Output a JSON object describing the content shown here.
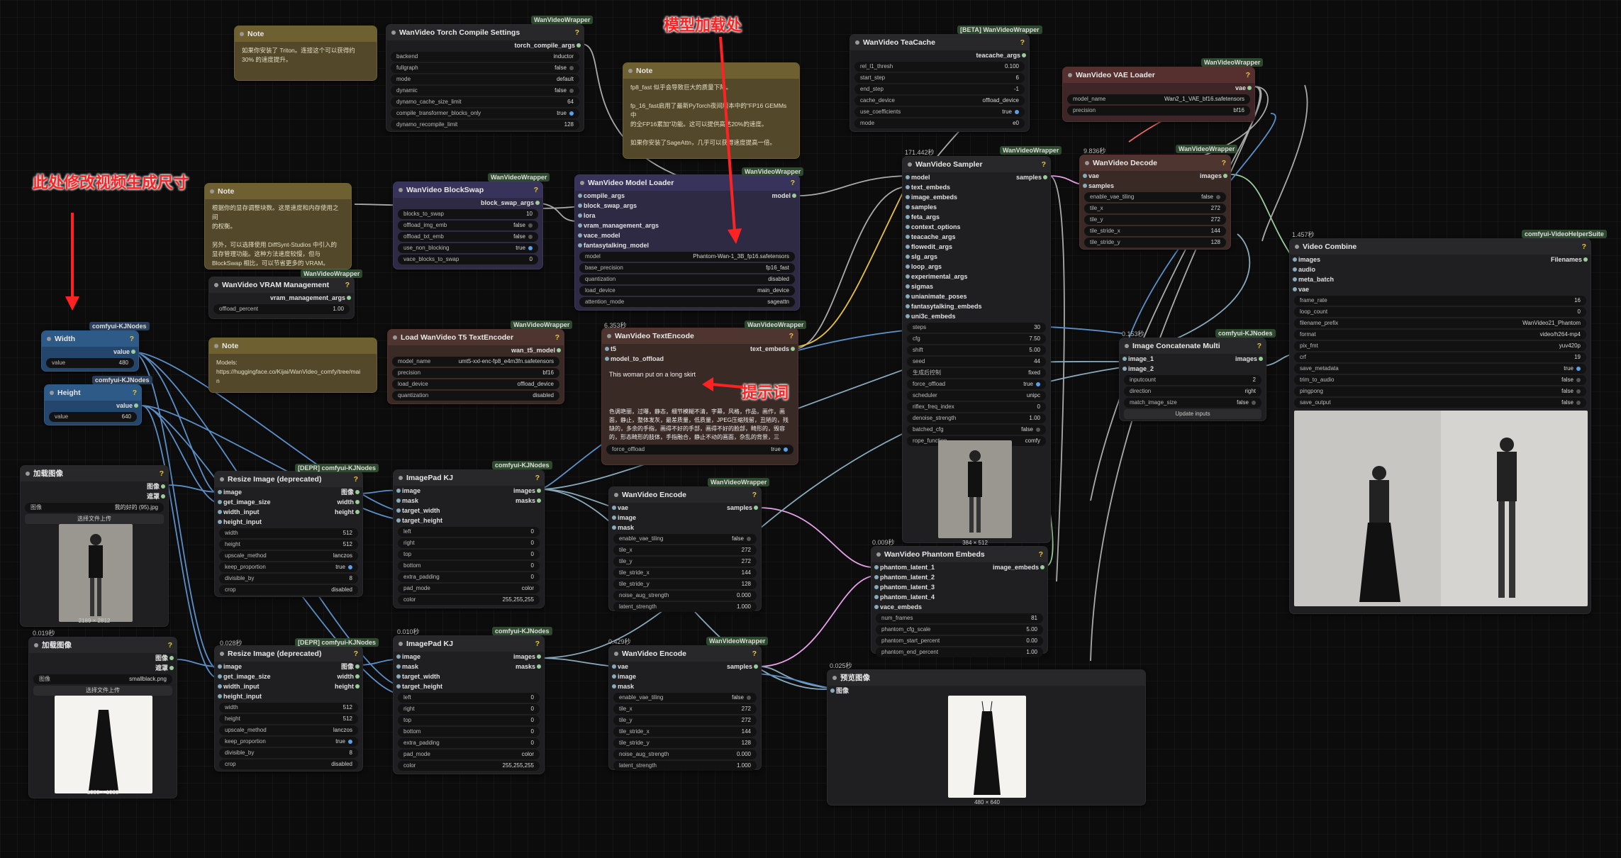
{
  "annotations": {
    "size": "此处修改视频生成尺寸",
    "model": "模型加载处",
    "prompt": "提示词"
  },
  "notes": [
    {
      "title": "Note",
      "text": "如果你安装了 Triton。连接这个可以获得约\n30% 的速度提升。"
    },
    {
      "title": "Note",
      "text": "fp8_fast 似乎会导致巨大的质量下降。\n\nfp_16_fast启用了最新PyTorch夜间版本中的\"FP16 GEMMs中\n的全FP16累加\"功能。这可以提供高达20%的速度。\n\n如果你安装了SageAttn，几乎可以获得速度提高一倍。"
    },
    {
      "title": "Note",
      "text": "根据你的显存调整块数。这是速度和内存使用之间\n的权衡。\n\n另外，可以选择使用 DiffSynt-Studios 中引入的\n显存管理功能。这种方法速度较慢，但与\nBlockSwap 相比，可以节省更多的 VRAM。"
    },
    {
      "title": "Note",
      "text": "Models:\nhttps://huggingface.co/Kijai/WanVideo_comfy/tree/mai\nn"
    }
  ],
  "badges": {
    "wvw": "WanVideoWrapper",
    "kj": "comfyui-KJNodes",
    "depr": "[DEPR] comfyui-KJNodes",
    "beta": "[BETA] WanVideoWrapper",
    "vhs": "comfyui-VideoHelperSuite"
  },
  "times": {
    "te": "6.353秒",
    "sampler": "171.442秒",
    "decode": "9.836秒",
    "combine": "1.457秒",
    "concat": "0.153秒",
    "phantom": "0.009秒",
    "preview": "0.025秒",
    "load1": "0.019秒",
    "resize2": "0.028秒",
    "pad2": "0.010秒",
    "encode2": "0.429秒"
  },
  "torch": {
    "title": "WanVideo Torch Compile Settings",
    "out": "torch_compile_args",
    "rows": [
      [
        "backend",
        "inductor"
      ],
      [
        "fullgraph",
        "false"
      ],
      [
        "mode",
        "default"
      ],
      [
        "dynamic",
        "false"
      ],
      [
        "dynamo_cache_size_limit",
        "64"
      ],
      [
        "compile_transformer_blocks_only",
        "true"
      ],
      [
        "dynamo_recompile_limit",
        "128"
      ]
    ]
  },
  "teacache": {
    "title": "WanVideo TeaCache",
    "out": "teacache_args",
    "rows": [
      [
        "rel_l1_thresh",
        "0.100"
      ],
      [
        "start_step",
        "6"
      ],
      [
        "end_step",
        "-1"
      ],
      [
        "cache_device",
        "offload_device"
      ],
      [
        "use_coefficients",
        "true"
      ],
      [
        "mode",
        "e0"
      ]
    ]
  },
  "vae": {
    "title": "WanVideo VAE Loader",
    "out": "vae",
    "rows": [
      [
        "model_name",
        "Wan2_1_VAE_bf16.safetensors"
      ],
      [
        "precision",
        "bf16"
      ]
    ]
  },
  "blockswap": {
    "title": "WanVideo BlockSwap",
    "out": "block_swap_args",
    "rows": [
      [
        "blocks_to_swap",
        "10"
      ],
      [
        "offload_img_emb",
        "false"
      ],
      [
        "offload_txt_emb",
        "false"
      ],
      [
        "use_non_blocking",
        "true"
      ],
      [
        "vace_blocks_to_swap",
        "0"
      ]
    ]
  },
  "vram": {
    "title": "WanVideo VRAM Management",
    "out": "vram_management_args",
    "rows": [
      [
        "offload_percent",
        "1.00"
      ]
    ]
  },
  "loader": {
    "title": "WanVideo Model Loader",
    "out": "model",
    "ins": [
      "compile_args",
      "block_swap_args",
      "lora",
      "vram_management_args",
      "vace_model",
      "fantasytalking_model"
    ],
    "rows": [
      [
        "model",
        "Phantom-Wan-1_3B_fp16.safetensors"
      ],
      [
        "base_precision",
        "fp16_fast"
      ],
      [
        "quantization",
        "disabled"
      ],
      [
        "load_device",
        "main_device"
      ],
      [
        "attention_mode",
        "sageattn"
      ]
    ]
  },
  "t5": {
    "title": "Load WanVideo T5 TextEncoder",
    "out": "wan_t5_model",
    "rows": [
      [
        "model_name",
        "umt5-xxl-enc-fp8_e4m3fn.safetensors"
      ],
      [
        "precision",
        "bf16"
      ],
      [
        "load_device",
        "offload_device"
      ],
      [
        "quantization",
        "disabled"
      ]
    ]
  },
  "textenc": {
    "title": "WanVideo TextEncode",
    "ins": [
      "t5",
      "model_to_offload"
    ],
    "out": "text_embeds",
    "pos": "This woman put on a long skirt",
    "neg": "色调艳丽，过曝，静态，细节模糊不清，字幕，风格，作品，画作，画面，静止，整体发灰，最差质量，低质量，JPEG压缩残留，丑陋的，残缺的，多余的手指，画得不好的手部，画得不好的脸部，畸形的，毁容的，形态畸形的肢体，手指融合，静止不动的画面，杂乱的背景，三",
    "row": [
      "force_offload",
      "true"
    ]
  },
  "sampler": {
    "title": "WanVideo Sampler",
    "out": "samples",
    "ins": [
      "model",
      "text_embeds",
      "image_embeds",
      "samples",
      "feta_args",
      "context_options",
      "teacache_args",
      "flowedit_args",
      "slg_args",
      "loop_args",
      "experimental_args",
      "sigmas",
      "unianimate_poses",
      "fantasytalking_embeds",
      "uni3c_embeds"
    ],
    "rows": [
      [
        "steps",
        "30"
      ],
      [
        "cfg",
        "7.50"
      ],
      [
        "shift",
        "5.00"
      ],
      [
        "seed",
        "44"
      ],
      [
        "生成后控制",
        "fixed"
      ],
      [
        "force_offload",
        "true"
      ],
      [
        "scheduler",
        "unipc"
      ],
      [
        "riflex_freq_index",
        "0"
      ],
      [
        "denoise_strength",
        "1.00"
      ],
      [
        "batched_cfg",
        "false"
      ],
      [
        "rope_function",
        "comfy"
      ]
    ],
    "cap": "384 × 512"
  },
  "decode": {
    "title": "WanVideo Decode",
    "ins": [
      "vae",
      "samples"
    ],
    "out": "images",
    "rows": [
      [
        "enable_vae_tiling",
        "false"
      ],
      [
        "tile_x",
        "272"
      ],
      [
        "tile_y",
        "272"
      ],
      [
        "tile_stride_x",
        "144"
      ],
      [
        "tile_stride_y",
        "128"
      ]
    ]
  },
  "combine": {
    "title": "Video Combine",
    "icons": "🔗🅥🅗🅢",
    "ins": [
      "images",
      "audio",
      "meta_batch",
      "vae"
    ],
    "out": "Filenames",
    "rows": [
      [
        "frame_rate",
        "16"
      ],
      [
        "loop_count",
        "0"
      ],
      [
        "filename_prefix",
        "WanVideo21_Phantom"
      ],
      [
        "format",
        "video/h264-mp4"
      ],
      [
        "pix_fmt",
        "yuv420p"
      ],
      [
        "crf",
        "19"
      ],
      [
        "save_metadata",
        "true"
      ],
      [
        "trim_to_audio",
        "false"
      ],
      [
        "pingpong",
        "false"
      ],
      [
        "save_output",
        "false"
      ]
    ]
  },
  "concat": {
    "title": "Image Concatenate Multi",
    "ins": [
      "image_1",
      "image_2"
    ],
    "out": "images",
    "rows": [
      [
        "inputcount",
        "2"
      ],
      [
        "direction",
        "right"
      ],
      [
        "match_image_size",
        "false"
      ]
    ],
    "btn": "Update inputs"
  },
  "width": {
    "title": "Width",
    "out": "value",
    "rows": [
      [
        "value",
        "480"
      ]
    ]
  },
  "height": {
    "title": "Height",
    "out": "value",
    "rows": [
      [
        "value",
        "640"
      ]
    ]
  },
  "load1": {
    "title": "加载图像",
    "outs": [
      "图像",
      "遮罩"
    ],
    "rows": [
      [
        "图像",
        "我的好的 (95).jpg"
      ]
    ],
    "btn": "选择文件上传",
    "cap": "2189 × 2812"
  },
  "load2": {
    "title": "加载图像",
    "outs": [
      "图像",
      "遮罩"
    ],
    "rows": [
      [
        "图像",
        "smallblack.png"
      ]
    ],
    "btn": "选择文件上传",
    "cap": "1080 × 1080"
  },
  "resize": {
    "title": "Resize Image (deprecated)",
    "ins": [
      "image",
      "get_image_size",
      "width_input",
      "height_input"
    ],
    "outs": [
      "图像",
      "width",
      "height"
    ],
    "rows": [
      [
        "width",
        "512"
      ],
      [
        "height",
        "512"
      ],
      [
        "upscale_method",
        "lanczos"
      ],
      [
        "keep_proportion",
        "true"
      ],
      [
        "divisible_by",
        "8"
      ],
      [
        "crop",
        "disabled"
      ]
    ]
  },
  "pad": {
    "title": "ImagePad KJ",
    "ins": [
      "image",
      "mask",
      "target_width",
      "target_height"
    ],
    "outs": [
      "images",
      "masks"
    ],
    "rows": [
      [
        "left",
        "0"
      ],
      [
        "right",
        "0"
      ],
      [
        "top",
        "0"
      ],
      [
        "bottom",
        "0"
      ],
      [
        "extra_padding",
        "0"
      ],
      [
        "pad_mode",
        "color"
      ],
      [
        "color",
        "255,255,255"
      ]
    ]
  },
  "encode": {
    "title": "WanVideo Encode",
    "ins": [
      "vae",
      "image",
      "mask"
    ],
    "out": "samples",
    "rows": [
      [
        "enable_vae_tiling",
        "false"
      ],
      [
        "tile_x",
        "272"
      ],
      [
        "tile_y",
        "272"
      ],
      [
        "tile_stride_x",
        "144"
      ],
      [
        "tile_stride_y",
        "128"
      ],
      [
        "noise_aug_strength",
        "0.000"
      ],
      [
        "latent_strength",
        "1.000"
      ]
    ]
  },
  "phantom": {
    "title": "WanVideo Phantom Embeds",
    "ins": [
      "phantom_latent_1",
      "phantom_latent_2",
      "phantom_latent_3",
      "phantom_latent_4",
      "vace_embeds"
    ],
    "out": "image_embeds",
    "rows": [
      [
        "num_frames",
        "81"
      ],
      [
        "phantom_cfg_scale",
        "5.00"
      ],
      [
        "phantom_start_percent",
        "0.00"
      ],
      [
        "phantom_end_percent",
        "1.00"
      ]
    ]
  },
  "preview": {
    "title": "预览图像",
    "in": "图像",
    "cap": "480 × 640"
  }
}
